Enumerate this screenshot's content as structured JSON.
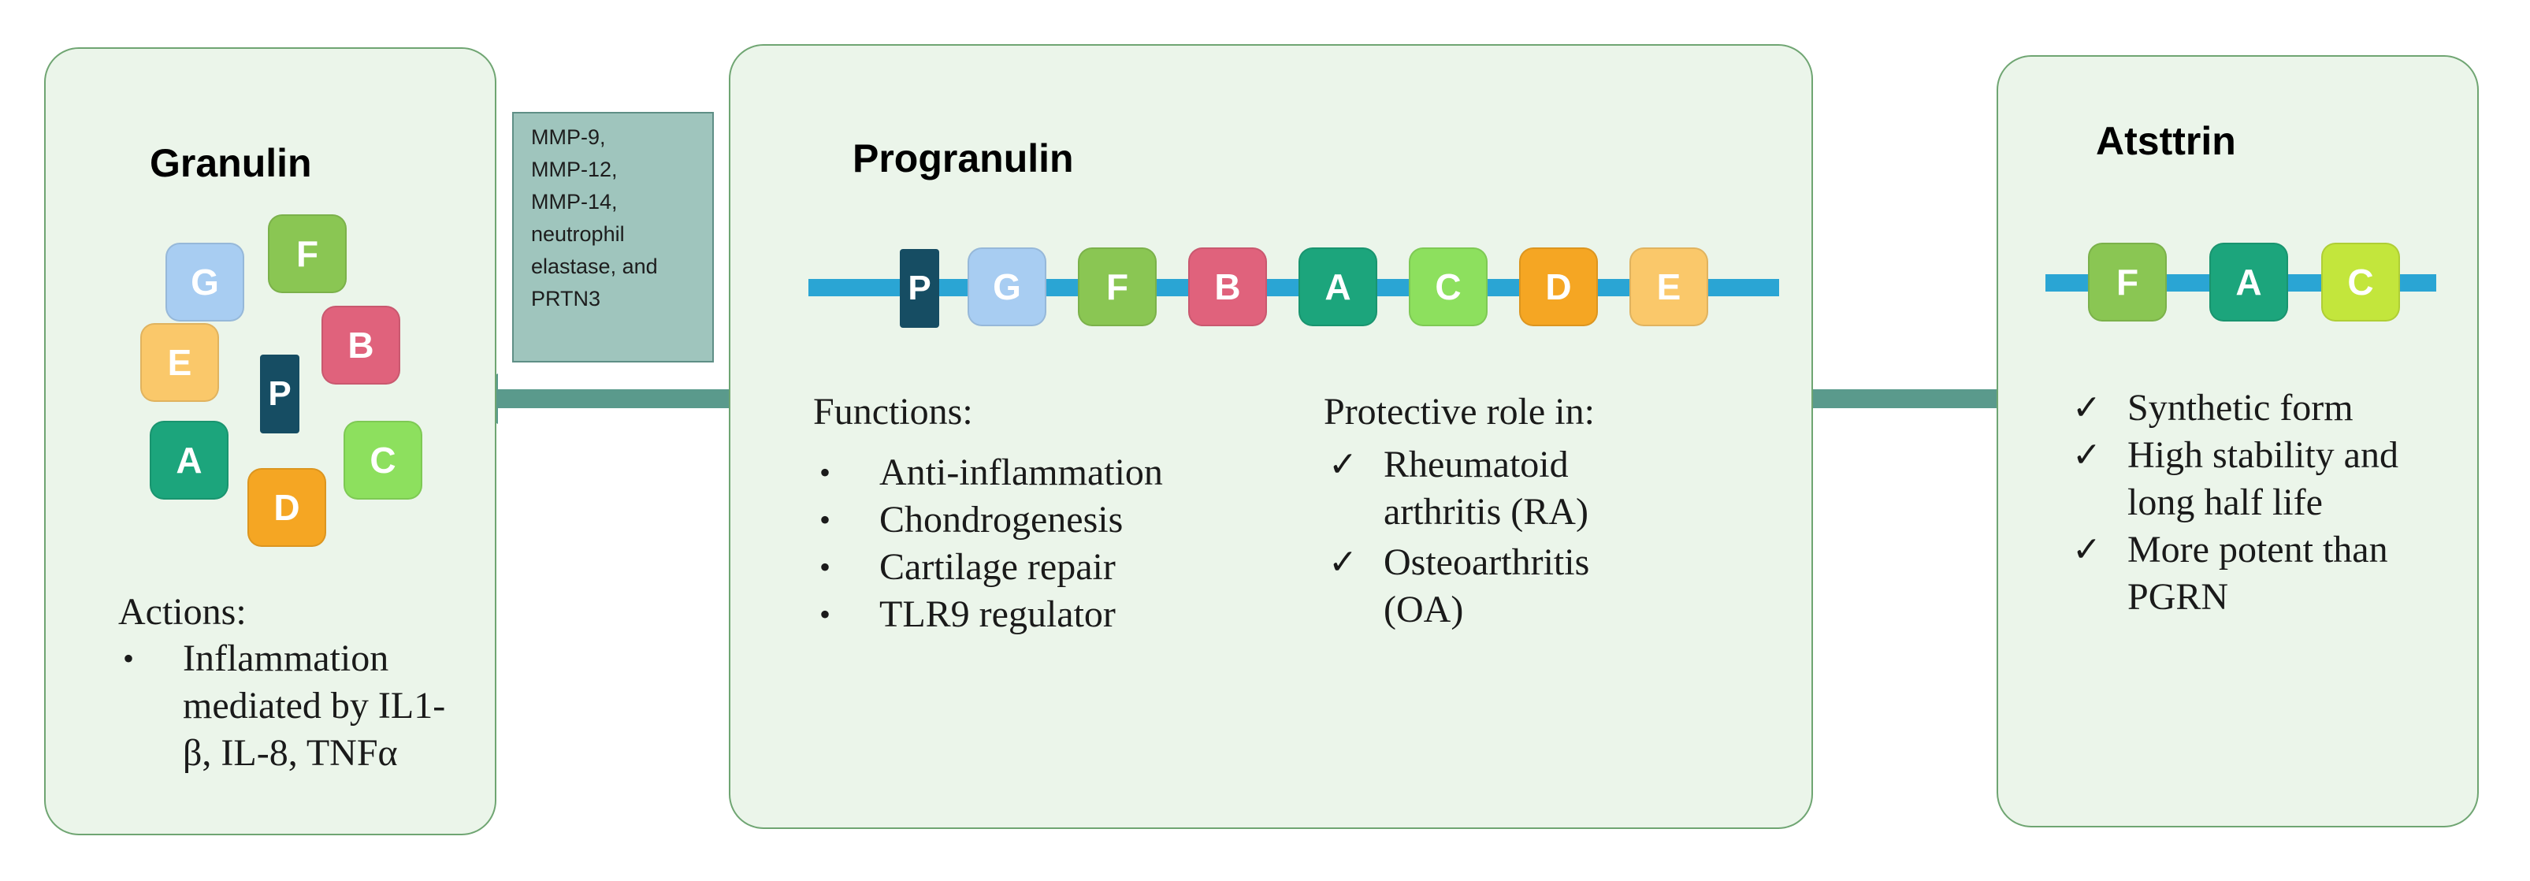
{
  "granulin": {
    "title": "Granulin",
    "actions_heading": "Actions:",
    "actions": [
      "Inflammation mediated by IL1-β, IL-8, TNFα"
    ],
    "domains": [
      "G",
      "F",
      "E",
      "P",
      "B",
      "A",
      "C",
      "D"
    ]
  },
  "enzymes": {
    "lines": [
      "MMP-9,",
      "MMP-12,",
      "MMP-14,",
      "neutrophil",
      "elastase, and",
      "PRTN3"
    ]
  },
  "progranulin": {
    "title": "Progranulin",
    "domains": [
      "P",
      "G",
      "F",
      "B",
      "A",
      "C",
      "D",
      "E"
    ],
    "functions_heading": "Functions:",
    "functions": [
      "Anti-inflammation",
      "Chondrogenesis",
      "Cartilage repair",
      "TLR9 regulator"
    ],
    "protective_heading": "Protective role in:",
    "protective": [
      "Rheumatoid arthritis (RA)",
      "Osteoarthritis (OA)"
    ]
  },
  "atsttrin": {
    "title": "Atsttrin",
    "domains": [
      "F",
      "A",
      "C"
    ],
    "features": [
      "Synthetic form",
      "High stability and long half life",
      "More potent than PGRN"
    ]
  },
  "colors": {
    "panel_fill": "#ebf5ea",
    "panel_border": "#6fa572",
    "arrow": "#5a9a8c",
    "strand": "#2aa5d4",
    "domain_P": "#164d63",
    "domain_G": "#a8cdf2",
    "domain_F": "#8ac653",
    "domain_B": "#e0627c",
    "domain_A": "#1ca57c",
    "domain_C": "#8de05e",
    "domain_D": "#f5a623",
    "domain_E": "#fac86a",
    "domain_C_atsttrin": "#c3e63c"
  }
}
